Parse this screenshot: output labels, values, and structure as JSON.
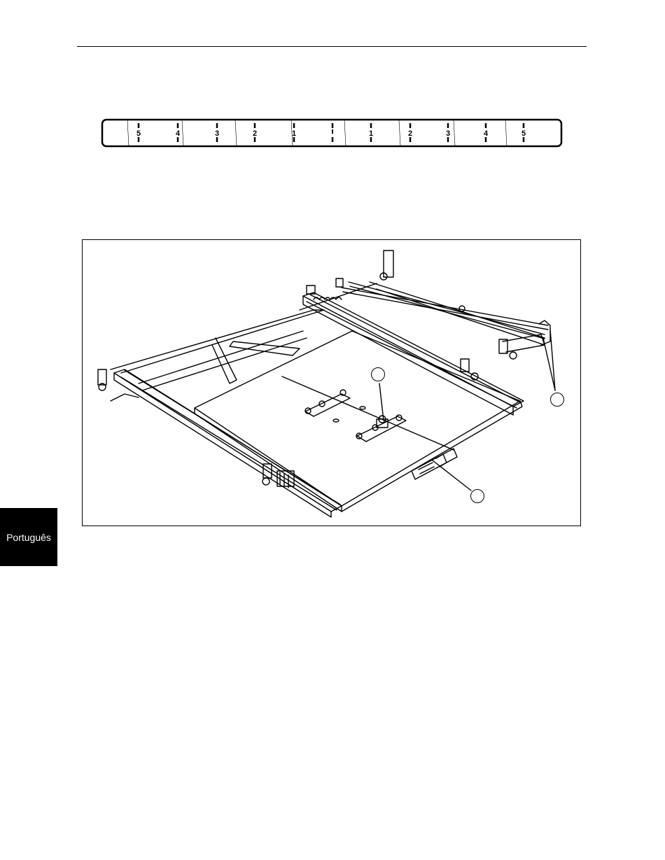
{
  "scale": {
    "labels": [
      "5",
      "4",
      "3",
      "2",
      "1",
      "",
      "1",
      "2",
      "3",
      "4",
      "5"
    ]
  },
  "figure": {
    "callouts": [
      "",
      "",
      ""
    ]
  },
  "language_tab": {
    "label": "Português"
  }
}
